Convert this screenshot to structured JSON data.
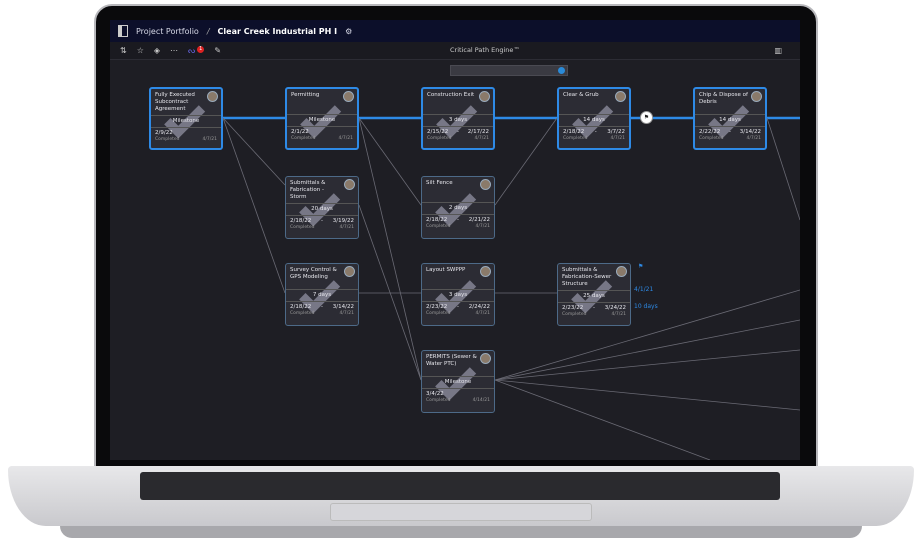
{
  "nav": {
    "breadcrumb_root": "Project Portfolio",
    "separator": "/",
    "project": "Clear Creek Industrial PH I"
  },
  "toolbar": {
    "items": [
      "filter-icon",
      "star-icon",
      "layers-icon",
      "more-icon",
      "share-icon",
      "pencil-icon"
    ],
    "notification_count": "1",
    "engine_title": "Critical Path Engine™"
  },
  "colors": {
    "critical": "#2e8ae6",
    "nav_bg": "#0c0f2a",
    "canvas_bg": "#1e1e24"
  },
  "nodes": [
    {
      "title": "Fully Executed Subcontract Agreement",
      "mid": "Milestone",
      "start": "2/9/22",
      "end": "",
      "status": "Completed",
      "done": "4/7/21"
    },
    {
      "title": "Permitting",
      "mid": "Milestone",
      "start": "2/1/22",
      "end": "",
      "status": "Completed",
      "done": "4/7/21"
    },
    {
      "title": "Construction Exit",
      "mid": "3 days",
      "start": "2/15/22",
      "end": "2/17/22",
      "status": "Completed",
      "done": "4/7/21"
    },
    {
      "title": "Clear & Grub",
      "mid": "14 days",
      "start": "2/18/22",
      "end": "3/7/22",
      "status": "Completed",
      "done": "4/7/21"
    },
    {
      "title": "Chip & Dispose of Debris",
      "mid": "14 days",
      "start": "2/22/22",
      "end": "3/14/22",
      "status": "Completed",
      "done": "4/7/21"
    },
    {
      "title": "Submittals & Fabrication - Storm",
      "mid": "20 days",
      "start": "2/18/22",
      "end": "3/19/22",
      "status": "Completed",
      "done": "4/7/21"
    },
    {
      "title": "Silt Fence",
      "mid": "2 days",
      "start": "2/18/22",
      "end": "2/21/22",
      "status": "Completed",
      "done": "4/7/21"
    },
    {
      "title": "Survey Control & GPS Modeling",
      "mid": "7 days",
      "start": "2/18/22",
      "end": "3/14/22",
      "status": "Completed",
      "done": "4/7/21"
    },
    {
      "title": "Layout SWPPP",
      "mid": "3 days",
      "start": "2/23/22",
      "end": "2/24/22",
      "status": "Completed",
      "done": "4/7/21"
    },
    {
      "title": "Submittals & Fabrication-Sewer Structure",
      "mid": "25 days",
      "start": "2/23/22",
      "end": "3/24/22",
      "status": "Completed",
      "done": "4/7/21"
    },
    {
      "title": "PERMITS (Sewer & Water PTC)",
      "mid": "Milestone",
      "start": "3/4/22",
      "end": "",
      "status": "Completed",
      "done": "4/14/21"
    }
  ],
  "side": {
    "date": "4/1/21",
    "duration": "10 days"
  }
}
